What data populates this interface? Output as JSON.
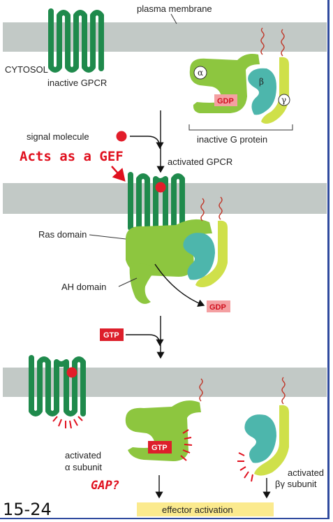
{
  "labels": {
    "plasma_membrane": "plasma membrane",
    "cytosol": "CYTOSOL",
    "inactive_gpcr": "inactive GPCR",
    "alpha": "α",
    "beta": "β",
    "gamma": "γ",
    "gdp_top": "GDP",
    "inactive_g_protein": "inactive G protein",
    "signal_molecule": "signal molecule",
    "activated_gpcr": "activated GPCR",
    "ras_domain": "Ras domain",
    "ah_domain": "AH domain",
    "gdp_released": "GDP",
    "gtp_in": "GTP",
    "gtp_bound": "GTP",
    "activated_alpha_line1": "activated",
    "activated_alpha_line2": "α subunit",
    "activated_bg_line1": "activated",
    "activated_bg_line2": "βγ subunit",
    "effector_activation": "effector activation"
  },
  "annotations": {
    "acts_as_gef": "Acts as a GEF",
    "gap": "GAP?"
  },
  "figure_number": "15-24",
  "colors": {
    "membrane": "#c2c9c6",
    "gpcr": "#1f8a4c",
    "alpha": "#8dc63f",
    "beta": "#4db6ac",
    "gamma": "#cfe04a",
    "signal": "#e21d2a",
    "gdp_tag_bg": "#f4a0a2",
    "gtp_tag_bg": "#dd1f2b",
    "effector_bg": "#fbea8e",
    "annotation": "#e0101e"
  }
}
